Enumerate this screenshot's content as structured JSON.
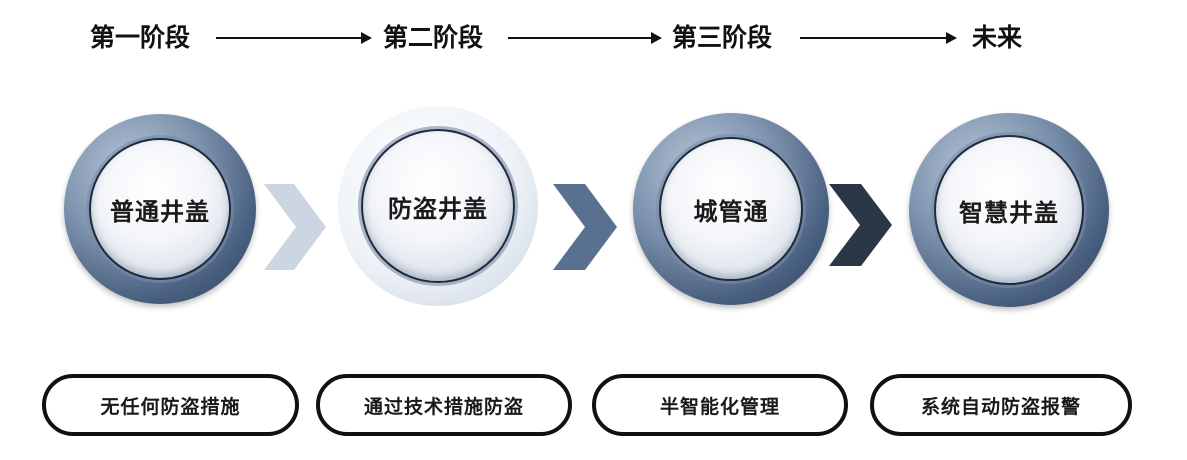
{
  "stages": [
    {
      "label": "第一阶段",
      "circle": "普通井盖",
      "description": "无任何防盗措施"
    },
    {
      "label": "第二阶段",
      "circle": "防盗井盖",
      "description": "通过技术措施防盗"
    },
    {
      "label": "第三阶段",
      "circle": "城管通",
      "description": "半智能化管理"
    },
    {
      "label": "未来",
      "circle": "智慧井盖",
      "description": "系统自动防盗报警"
    }
  ],
  "colors": {
    "chevron_1": "#ccd6e2",
    "chevron_2": "#5a7090",
    "chevron_3": "#2b3646",
    "ring": "#4a6080"
  }
}
